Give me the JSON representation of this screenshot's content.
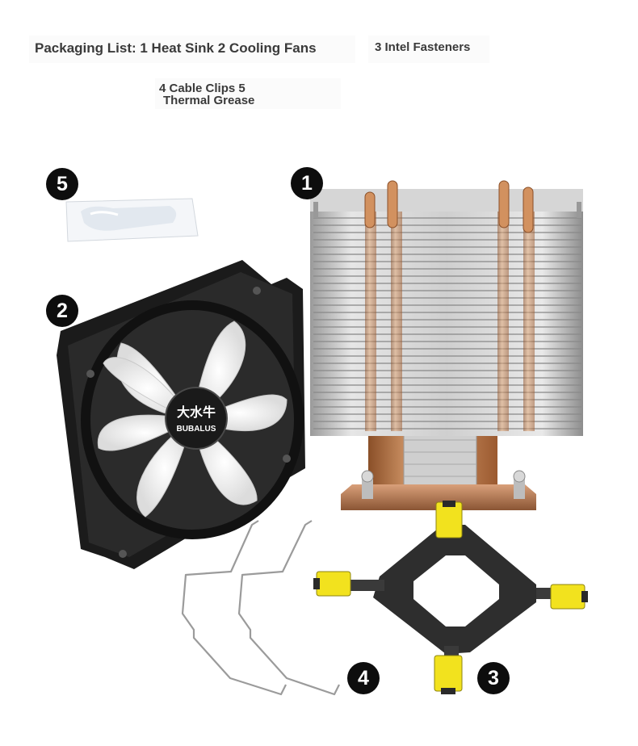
{
  "captions": {
    "packaging_list": "Packaging List: 1 Heat Sink 2 Cooling Fans",
    "fasteners": "3 Intel Fasteners",
    "clips_line1": "4 Cable Clips 5",
    "clips_line2": "Thermal Grease"
  },
  "badges": {
    "heat_sink": "1",
    "fan": "2",
    "fastener": "3",
    "cable_clips": "4",
    "thermal_grease": "5"
  },
  "fan_logo": {
    "chinese": "大水牛",
    "brand": "BUBALUS"
  },
  "colors": {
    "badge": "#0d0d0d",
    "fan_frame": "#1b1b1b",
    "fin": "#c9c9c9",
    "copper": "#c98a5a",
    "clip_yellow": "#f2e21e"
  }
}
